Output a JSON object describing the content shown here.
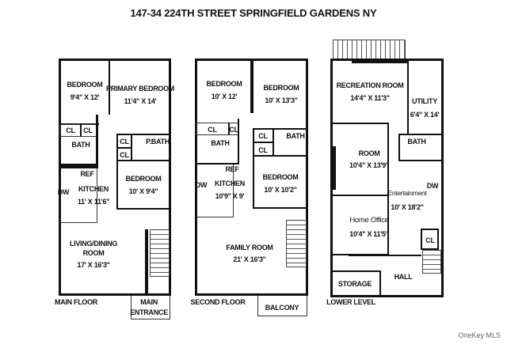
{
  "title": "147-34 224TH STREET SPRINGFIELD GARDENS NY",
  "main_floor": {
    "label": "MAIN FLOOR",
    "entrance": [
      "MAIN",
      "ENTRANCE"
    ],
    "rooms": [
      {
        "name": "BEDROOM",
        "dims": "9'4\" X 12'"
      },
      {
        "name": "PRIMARY BEDROOM",
        "dims": "11'4\" X 14'"
      },
      {
        "name": "BEDROOM",
        "dims": "10' X 9'4\""
      },
      {
        "name": "KITCHEN",
        "dims": "11' X 11'6\""
      },
      {
        "name": "LIVING/DINING",
        "name2": "ROOM",
        "dims": "17' X 16'3\""
      }
    ],
    "fixtures": {
      "cl": "CL",
      "bath": "BATH",
      "pbath": "P.BATH",
      "ref": "REF",
      "dw": "DW"
    }
  },
  "second_floor": {
    "label": "SECOND FLOOR",
    "balcony": "BALCONY",
    "rooms": [
      {
        "name": "BEDROOM",
        "dims": "10' X 12'"
      },
      {
        "name": "BEDROOM",
        "dims": "10' X 13'3\""
      },
      {
        "name": "BEDROOM",
        "dims": "10' X 10'2\""
      },
      {
        "name": "KITCHEN",
        "dims": "10'9\" X 9'"
      },
      {
        "name": "FAMILY ROOM",
        "dims": "21' X 16'3\""
      }
    ],
    "fixtures": {
      "cl": "CL",
      "bath": "BATH",
      "ref": "REF",
      "dw": "DW"
    }
  },
  "lower_level": {
    "label": "LOWER LEVEL",
    "rooms": [
      {
        "name": "RECREATION ROOM",
        "dims": "14'4\" X 11'3\""
      },
      {
        "name": "UTILITY",
        "dims": "6'4\" X 14'"
      },
      {
        "name": "ROOM",
        "dims": "10'4\" X 13'9\""
      },
      {
        "name": "Entertainment",
        "dims": "10' X 18'2\""
      },
      {
        "name": "Home Office",
        "dims": "10'4\" X 11'5\""
      },
      {
        "name": "HALL"
      },
      {
        "name": "STORAGE"
      }
    ],
    "fixtures": {
      "cl": "CL",
      "bath": "BATH",
      "dw": "DW"
    }
  },
  "watermark": "OneKey MLS"
}
